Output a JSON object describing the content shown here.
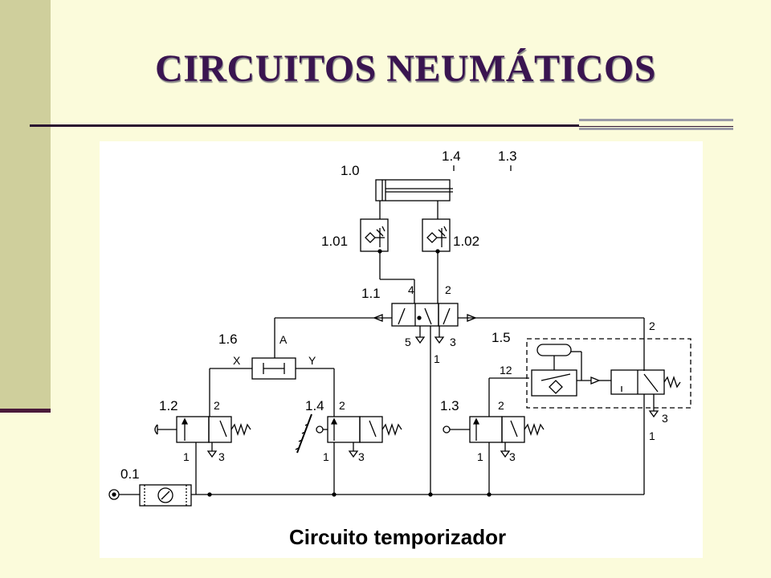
{
  "slide": {
    "title": "CIRCUITOS NEUMÁTICOS",
    "colors": {
      "background": "#fbfbdb",
      "sidebar": "#cfcf9c",
      "title": "#3a1550",
      "accent": "#4a1a3a"
    }
  },
  "diagram": {
    "caption": "Circuito temporizador",
    "labels": {
      "cylinder": "1.0",
      "sensor_a": "1.4",
      "sensor_b": "1.3",
      "flow_left": "1.01",
      "flow_right": "1.02",
      "main_valve": "1.1",
      "shuttle": "1.6",
      "valve_12": "1.2",
      "valve_14": "1.4",
      "valve_13": "1.3",
      "timer": "1.5",
      "service_unit": "0.1"
    },
    "ports": {
      "p4": "4",
      "p2": "2",
      "p5": "5",
      "p3": "3",
      "p1": "1",
      "a": "A",
      "x": "X",
      "y": "Y",
      "p12": "12"
    }
  }
}
